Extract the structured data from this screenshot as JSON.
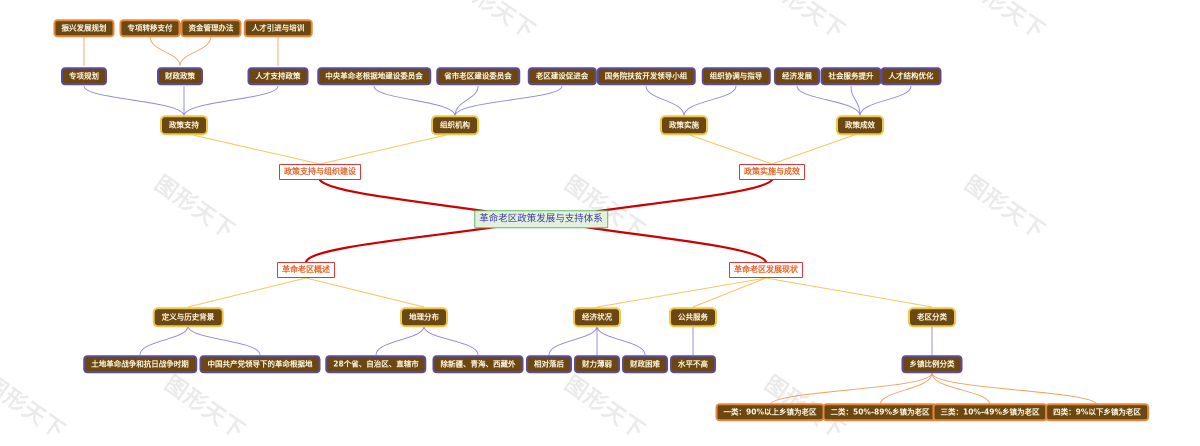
{
  "root": {
    "label": "革命老区政策发展与支持体系"
  },
  "branches": {
    "b1": {
      "label": "政策支持与组织建设",
      "policy_support": {
        "label": "政策支持",
        "special_plan": {
          "label": "专项规划",
          "children": [
            "振兴发展规划"
          ]
        },
        "fiscal_policy": {
          "label": "财政政策",
          "children": [
            "专项转移支付",
            "资金管理办法"
          ]
        },
        "talent_policy": {
          "label": "人才支持政策",
          "children": [
            "人才引进与培训"
          ]
        }
      },
      "organization": {
        "label": "组织机构",
        "children": [
          "中央革命老根据地建设委员会",
          "省市老区建设委员会",
          "老区建设促进会"
        ]
      }
    },
    "b2": {
      "label": "政策实施与成效",
      "implementation": {
        "label": "政策实施",
        "children": [
          "国务院扶贫开发领导小组",
          "组织协调与指导"
        ]
      },
      "effects": {
        "label": "政策成效",
        "children": [
          "经济发展",
          "社会服务提升",
          "人才结构优化"
        ]
      }
    },
    "b3": {
      "label": "革命老区概述",
      "definition": {
        "label": "定义与历史背景",
        "children": [
          "土地革命战争和抗日战争时期",
          "中国共产党领导下的革命根据地"
        ]
      },
      "geography": {
        "label": "地理分布",
        "children": [
          "28个省、自治区、直辖市",
          "除新疆、青海、西藏外"
        ]
      }
    },
    "b4": {
      "label": "革命老区发展现状",
      "economy": {
        "label": "经济状况",
        "children": [
          "相对落后",
          "财力薄弱",
          "财政困难"
        ]
      },
      "public_service": {
        "label": "公共服务",
        "children": [
          "水平不高"
        ]
      },
      "classification": {
        "label": "老区分类",
        "ratio": {
          "label": "乡镇比例分类",
          "children": [
            "一类：90%以上乡镇为老区",
            "二类：50%-89%乡镇为老区",
            "三类：10%-49%乡镇为老区",
            "四类：9%以下乡镇为老区"
          ]
        }
      }
    }
  },
  "watermark": {
    "text": "图形天下"
  },
  "colors": {
    "leaf_fill": "#6b4711",
    "leaf_border": "#5e4a9a",
    "sub_border": "#f0c64a",
    "main_border": "#d9383a",
    "main_text": "#e8652a",
    "root_fill": "#e2f0dc",
    "root_border": "#67b56b",
    "main_link": "#cc0000",
    "sub_link": "#f7c660",
    "leaf_link": "#8a86e0",
    "orange_link": "#f0a060"
  }
}
